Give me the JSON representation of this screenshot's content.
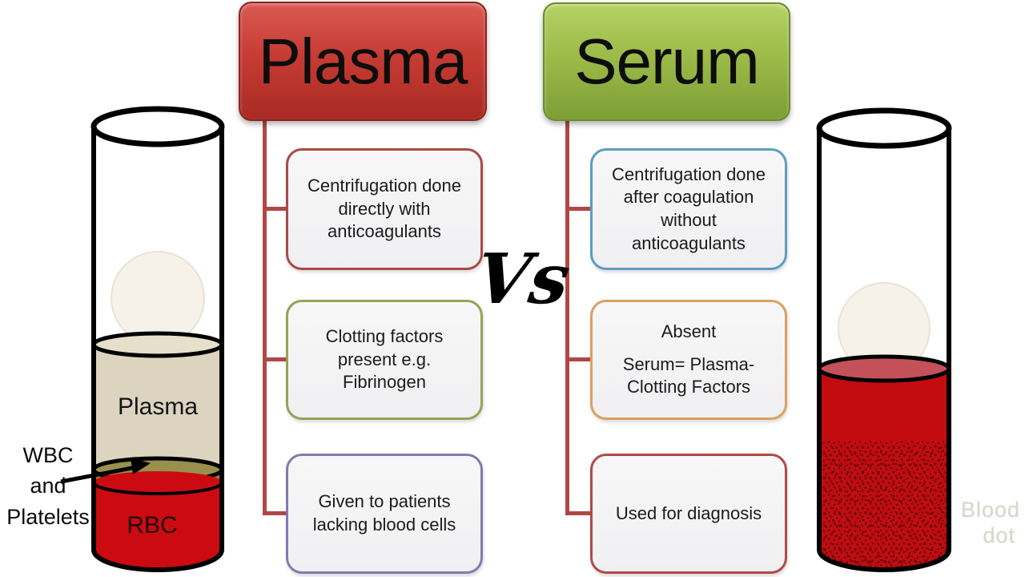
{
  "headers": {
    "plasma": "Plasma",
    "serum": "Serum"
  },
  "vs_label": "Vs",
  "plasma_column": {
    "boxes": [
      {
        "lines": [
          "Centrifugation done directly with anticoagulants",
          ""
        ]
      },
      {
        "lines": [
          "Clotting factors present e.g. Fibrinogen",
          ""
        ]
      },
      {
        "lines": [
          "Given to patients lacking blood cells",
          ""
        ]
      }
    ]
  },
  "serum_column": {
    "boxes": [
      {
        "lines": [
          "Centrifugation done after coagulation without anticoagulants",
          ""
        ]
      },
      {
        "lines": [
          "Absent",
          "Serum= Plasma- Clotting Factors"
        ]
      },
      {
        "lines": [
          "Used for diagnosis",
          ""
        ]
      }
    ]
  },
  "left_tube": {
    "plasma_label": "Plasma",
    "rbc_label": "RBC",
    "annotation_lines": [
      "WBC",
      "and",
      "Platelets"
    ]
  },
  "watermark": {
    "line1": "Blood",
    "line2": "dot"
  },
  "colors": {
    "plasma_header": "#c63c34",
    "serum_header": "#9cbb49",
    "connector": "#b04744",
    "border_plasma_box1": "#a94a44",
    "border_plasma_box2": "#95a356",
    "border_plasma_box3": "#8379ad",
    "border_serum_box1": "#5c9dc0",
    "border_serum_box2": "#dba05f",
    "border_serum_box3": "#b04a46",
    "plasma_layer": "#dcd4bf",
    "buffy_coat": "#8c8443",
    "rbc_layer": "#cb0b11",
    "serum_blood": "#c30c10",
    "blood_surface": "#c4505a",
    "watermark_text": "#d9d4cc"
  }
}
